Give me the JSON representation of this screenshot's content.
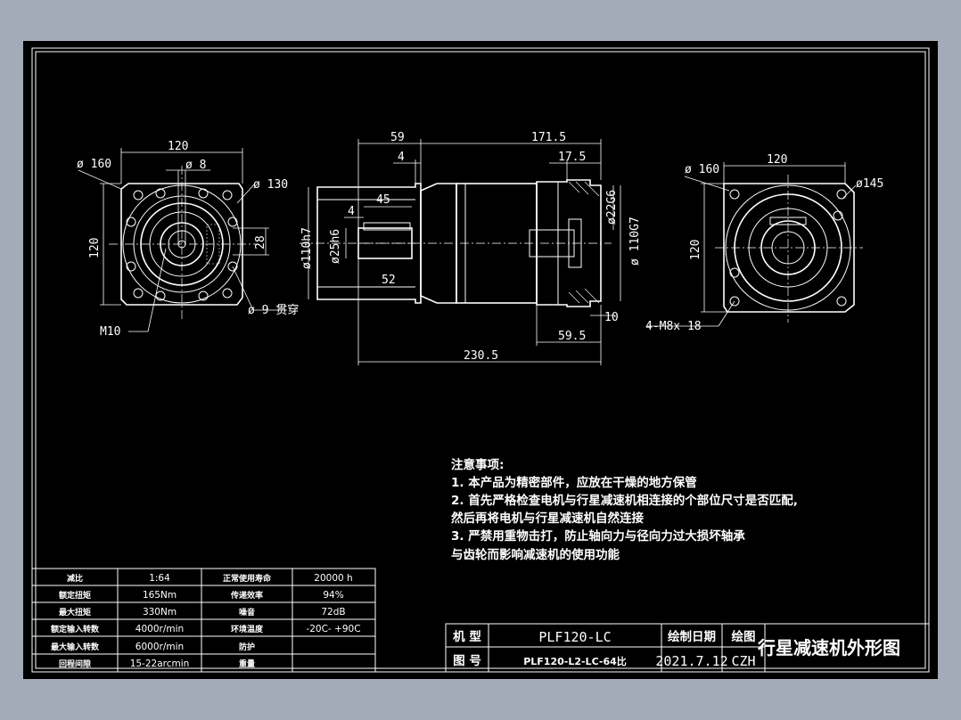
{
  "dimensions": {
    "left_view": {
      "width_top": "120",
      "dia_160": "ø 160",
      "dia_8": "ø 8",
      "dia_130": "ø 130",
      "height_left": "120",
      "key_28": "28",
      "hole_9": "ø 9 贯穿",
      "m10": "M10"
    },
    "side_view": {
      "len_59": "59",
      "len_171_5": "171.5",
      "len_4_top": "4",
      "len_17_5": "17.5",
      "len_45": "45",
      "len_4_key": "4",
      "dia_110h7": "ø110h7",
      "dia_25h6": "ø25h6",
      "dia_22g6": "ø22G6",
      "dia_110g7": "ø 110G7",
      "len_52": "52",
      "len_10": "10",
      "len_59_5": "59.5",
      "len_230_5": "230.5"
    },
    "right_view": {
      "dia_160": "ø 160",
      "width_top": "120",
      "dia_145": "ø145",
      "height_left": "120",
      "tap": "4-M8x 18"
    }
  },
  "notes": {
    "heading": "注意事项:",
    "lines": [
      "1. 本产品为精密部件，应放在干燥的地方保管",
      "2. 首先严格检查电机与行星减速机相连接的个部位尺寸是否匹配,",
      "然后再将电机与行星减速机自然连接",
      "3. 严禁用重物击打，防止轴向力与径向力过大损坏轴承",
      "与齿轮而影响减速机的使用功能"
    ]
  },
  "spec_table": {
    "rows": [
      {
        "label1": "减比",
        "value1": "1:64",
        "label2": "正常使用寿命",
        "value2": "20000 h"
      },
      {
        "label1": "额定扭矩",
        "value1": "165Nm",
        "label2": "传递效率",
        "value2": "94%"
      },
      {
        "label1": "最大扭矩",
        "value1": "330Nm",
        "label2": "噪音",
        "value2": "72dB"
      },
      {
        "label1": "额定输入转数",
        "value1": "4000r/min",
        "label2": "环境温度",
        "value2": "-20C- +90C"
      },
      {
        "label1": "最大输入转数",
        "value1": "6000r/min",
        "label2": "防护",
        "value2": ""
      },
      {
        "label1": "回程间隙",
        "value1": "15-22arcmin",
        "label2": "重量",
        "value2": ""
      }
    ]
  },
  "title_block": {
    "model_label": "机 型",
    "model_value": "PLF120-LC",
    "drawing_no_label": "图 号",
    "drawing_no_value": "PLF120-L2-LC-64比",
    "date_label": "绘制日期",
    "date_value": "2021.7.12",
    "drawn_label": "绘图",
    "drawn_value": "CZH",
    "title": "行星减速机外形图"
  }
}
